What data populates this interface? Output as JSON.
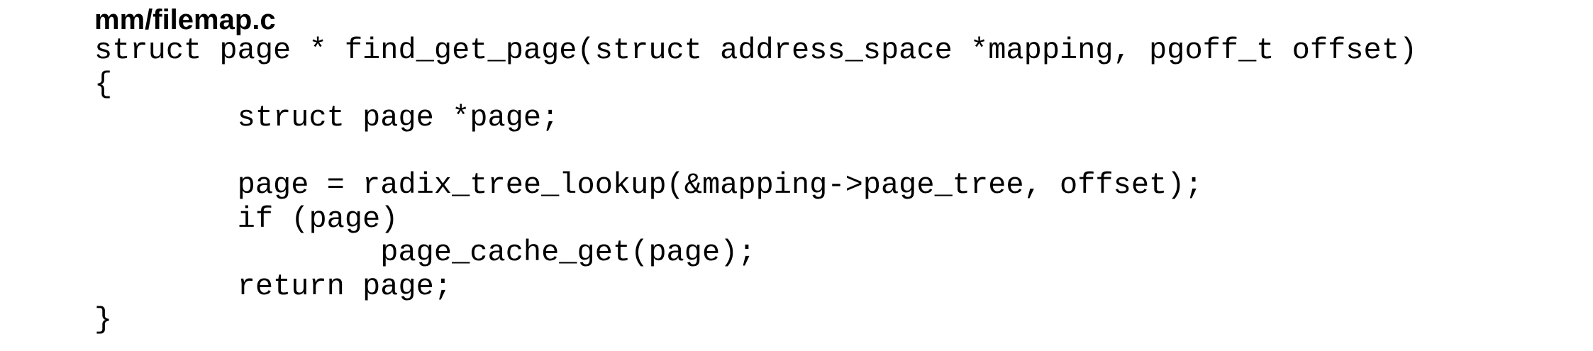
{
  "page": {
    "background_color": "#ffffff",
    "text_color": "#000000"
  },
  "file_header": {
    "title": "mm/filemap.c"
  },
  "code": {
    "lines": [
      "struct page * find_get_page(struct address_space *mapping, pgoff_t offset)",
      "{",
      "        struct page *page;",
      "",
      "        page = radix_tree_lookup(&mapping->page_tree, offset);",
      "        if (page)",
      "                page_cache_get(page);",
      "        return page;",
      "}"
    ]
  }
}
